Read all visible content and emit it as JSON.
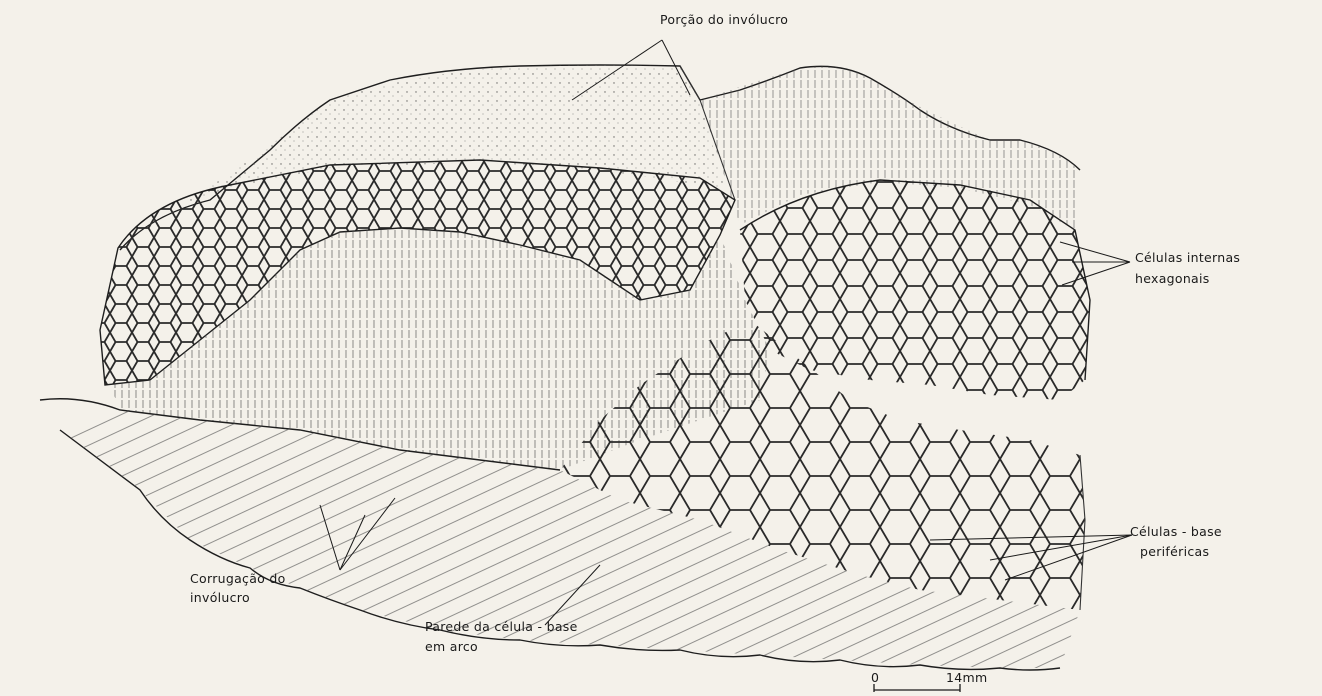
{
  "labels": {
    "envelope_portion": "Porção do invólucro",
    "internal_cells_line1": "Células internas",
    "internal_cells_line2": "hexagonais",
    "base_cells_line1": "Células - base",
    "base_cells_line2": "periféricas",
    "corrugation_line1": "Corrugação do",
    "corrugation_line2": "invólucro",
    "base_wall_line1": "Parede da célula - base",
    "base_wall_line2": "em arco"
  },
  "scale_bar": {
    "start_label": "0",
    "end_label": "14mm"
  },
  "colors": {
    "paper": "#f4f1ea",
    "ink": "#1a1a1a"
  }
}
